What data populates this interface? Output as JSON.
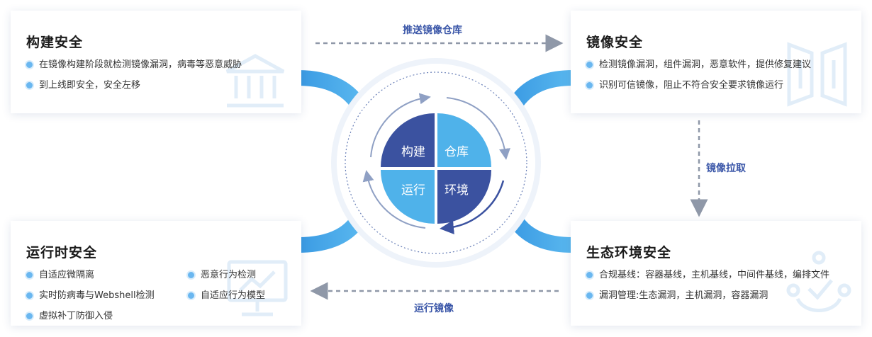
{
  "cards": {
    "build": {
      "title": "构建安全",
      "items": [
        "在镜像构建阶段就检测镜像漏洞，病毒等恶意威胁",
        "到上线即安全，安全左移"
      ]
    },
    "image": {
      "title": "镜像安全",
      "items": [
        "检测镜像漏洞，组件漏洞，恶意软件，提供修复建议",
        "识别可信镜像，阻止不符合安全要求镜像运行"
      ]
    },
    "runtime": {
      "title": "运行时安全",
      "items_col1": [
        "自适应微隔离",
        "实时防病毒与Webshell检测",
        "虚拟补丁防御入侵"
      ],
      "items_col2": [
        "恶意行为检测",
        "自适应行为模型"
      ]
    },
    "eco": {
      "title": "生态环境安全",
      "items": [
        "合规基线：容器基线，主机基线，中间件基线，编排文件",
        "漏洞管理:生态漏洞，主机漏洞，容器漏洞"
      ]
    }
  },
  "arrows": {
    "push": "推送镜像仓库",
    "pull": "镜像拉取",
    "run": "运行镜像"
  },
  "center": {
    "quadrants": [
      "构建",
      "仓库",
      "运行",
      "环境"
    ]
  },
  "colors": {
    "dark_blue": "#3b52a0",
    "light_blue": "#4fb2ea",
    "arc_blue": "#3f9de3",
    "arrow_gray": "#8f98a8",
    "label_blue": "#3a56a8"
  },
  "icons": {
    "build": "bank-building-icon",
    "image": "container-image-icon",
    "runtime": "monitor-icon",
    "eco": "network-check-icon"
  }
}
